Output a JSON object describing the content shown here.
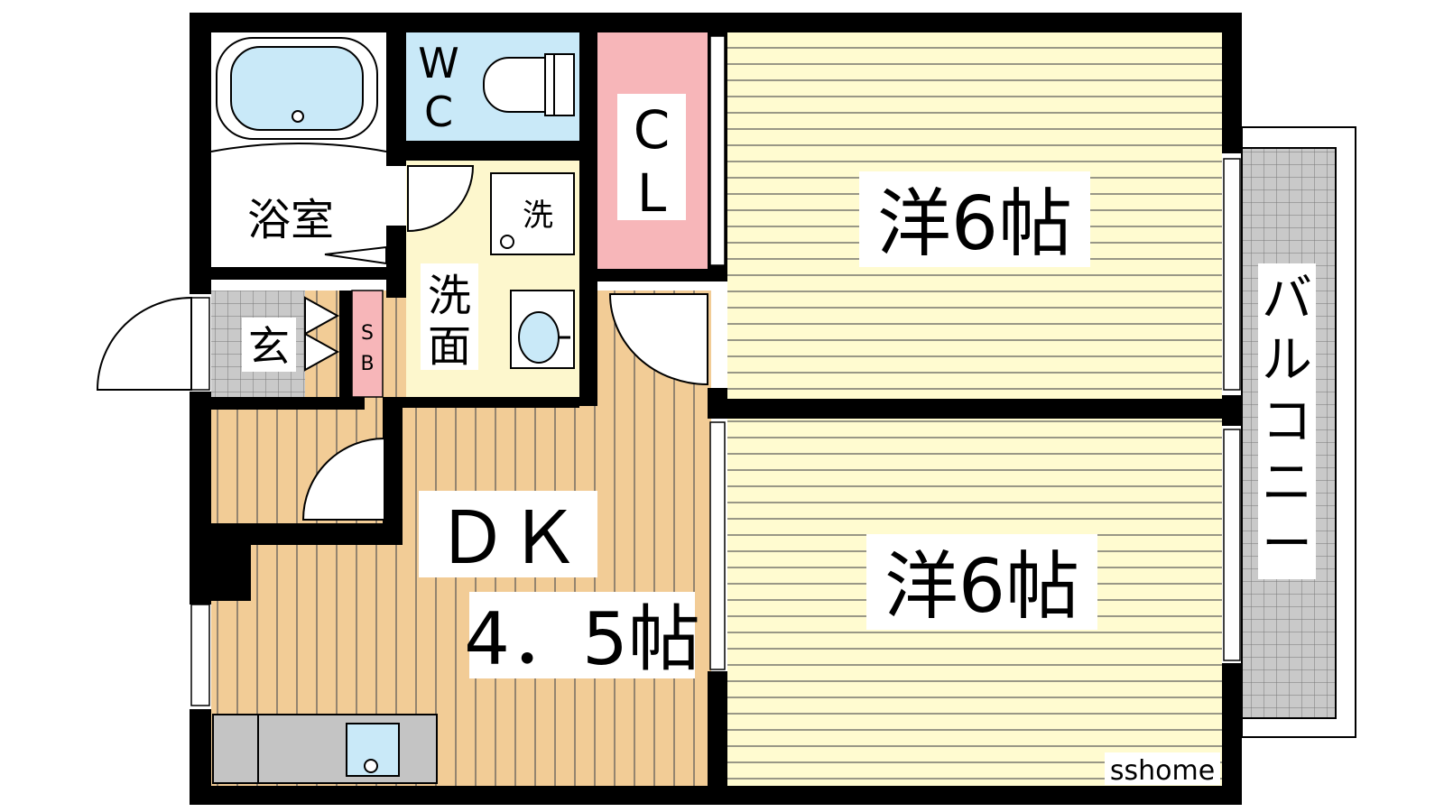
{
  "rooms": {
    "bath": "浴室",
    "wc_top": "W",
    "wc_bottom": "C",
    "closet_top": "C",
    "closet_bottom": "L",
    "western_room_1": "洋6帖",
    "western_room_2": "洋6帖",
    "washroom_top": "洗",
    "washroom_bottom": "面",
    "washer_mark": "洗",
    "entrance": "玄",
    "shoebox_top": "S",
    "shoebox_bottom": "B",
    "dk": "ＤＫ",
    "dk_size": "4．5帖",
    "balcony": [
      "バ",
      "ル",
      "コ",
      "ニ",
      "ー"
    ]
  },
  "watermark": "sshome",
  "colors": {
    "wall": "#000000",
    "bath_blue": "#c9e9f8",
    "closet_pink": "#f7b6b9",
    "room_yellow": "#fffbd0",
    "floor_wood": "#f2cc96",
    "wash_cream": "#fdf7cd",
    "tile_gray": "#c9c9c9",
    "kitchen_gray": "#c4c4c4"
  }
}
